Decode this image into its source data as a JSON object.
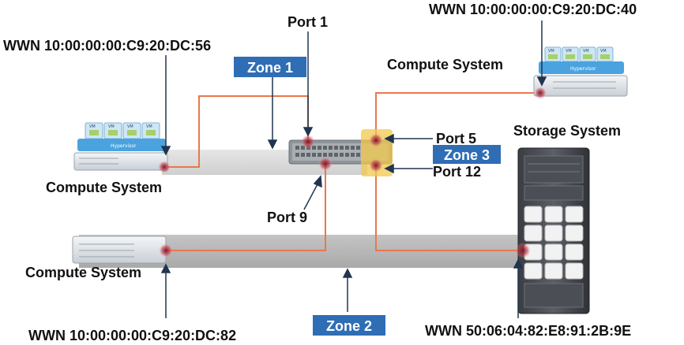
{
  "labels": {
    "wwn_top_left": "WWN 10:00:00:00:C9:20:DC:56",
    "wwn_top_right": "WWN 10:00:00:00:C9:20:DC:40",
    "wwn_bottom_left": "WWN 10:00:00:00:C9:20:DC:82",
    "wwn_storage": "WWN 50:06:04:82:E8:91:2B:9E",
    "port1": "Port 1",
    "port5": "Port 5",
    "port9": "Port 9",
    "port12": "Port 12",
    "compute_left_top": "Compute System",
    "compute_right_top": "Compute System",
    "compute_left_bottom": "Compute System",
    "storage": "Storage System"
  },
  "zones": {
    "zone1": "Zone 1",
    "zone2": "Zone 2",
    "zone3": "Zone 3"
  },
  "colors": {
    "zone_label_bg": "#2f6db5",
    "link_line": "#e8784a",
    "zone_band": "#d9d9d9",
    "zone_band_dark": "#b5b5b5",
    "port_highlight": "#f2c84b"
  }
}
